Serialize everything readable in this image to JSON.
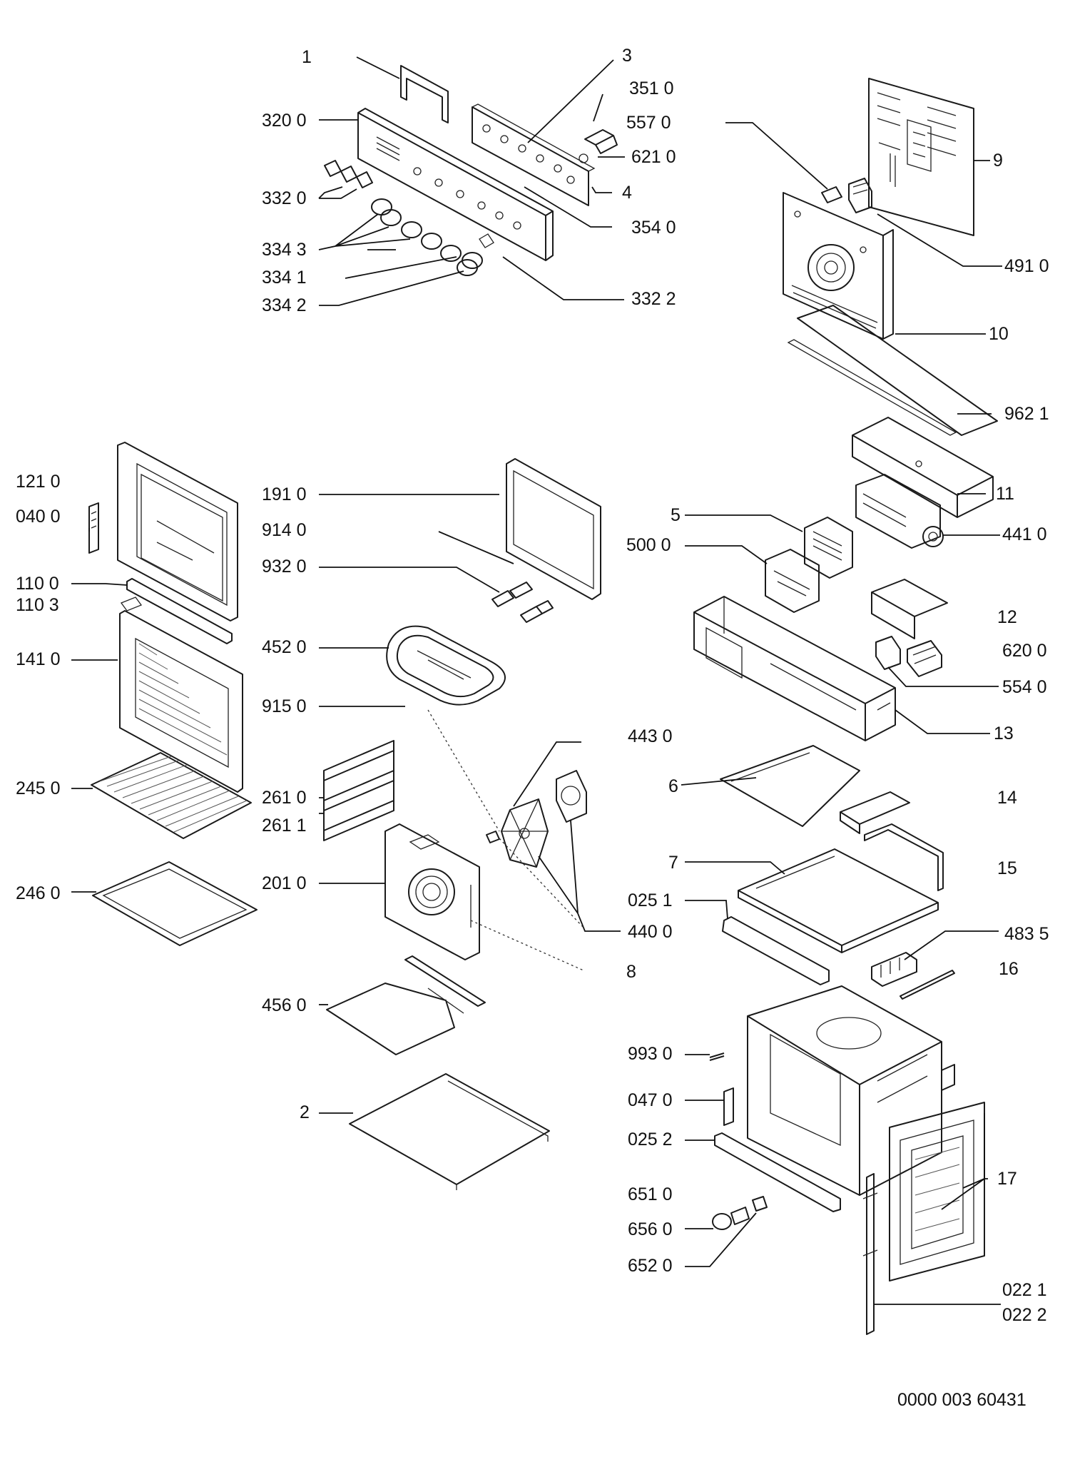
{
  "labels": {
    "l_1": "1",
    "l_3": "3",
    "l_351_0": "351 0",
    "l_320_0": "320 0",
    "l_557_0": "557 0",
    "l_621_0": "621 0",
    "l_332_0": "332 0",
    "l_4": "4",
    "l_354_0": "354 0",
    "l_334_3": "334 3",
    "l_334_1": "334 1",
    "l_334_2": "334 2",
    "l_332_2": "332 2",
    "l_9": "9",
    "l_491_0": "491 0",
    "l_10": "10",
    "l_962_1": "962 1",
    "l_121_0": "121 0",
    "l_040_0": "040 0",
    "l_191_0": "191 0",
    "l_914_0": "914 0",
    "l_932_0": "932 0",
    "l_11": "11",
    "l_5": "5",
    "l_441_0": "441 0",
    "l_500_0": "500 0",
    "l_110_0": "110 0",
    "l_110_3": "110 3",
    "l_141_0": "141 0",
    "l_452_0": "452 0",
    "l_12": "12",
    "l_620_0": "620 0",
    "l_554_0": "554 0",
    "l_915_0": "915 0",
    "l_443_0": "443 0",
    "l_13": "13",
    "l_245_0": "245 0",
    "l_261_0": "261 0",
    "l_261_1": "261 1",
    "l_6": "6",
    "l_14": "14",
    "l_7": "7",
    "l_15": "15",
    "l_201_0": "201 0",
    "l_246_0": "246 0",
    "l_025_1": "025 1",
    "l_440_0": "440 0",
    "l_483_5": "483 5",
    "l_8": "8",
    "l_16": "16",
    "l_456_0": "456 0",
    "l_993_0": "993 0",
    "l_047_0": "047 0",
    "l_2": "2",
    "l_025_2": "025 2",
    "l_17": "17",
    "l_651_0": "651 0",
    "l_656_0": "656 0",
    "l_652_0": "652 0",
    "l_022_1": "022 1",
    "l_022_2": "022 2"
  },
  "document_number": "0000 003 60431"
}
